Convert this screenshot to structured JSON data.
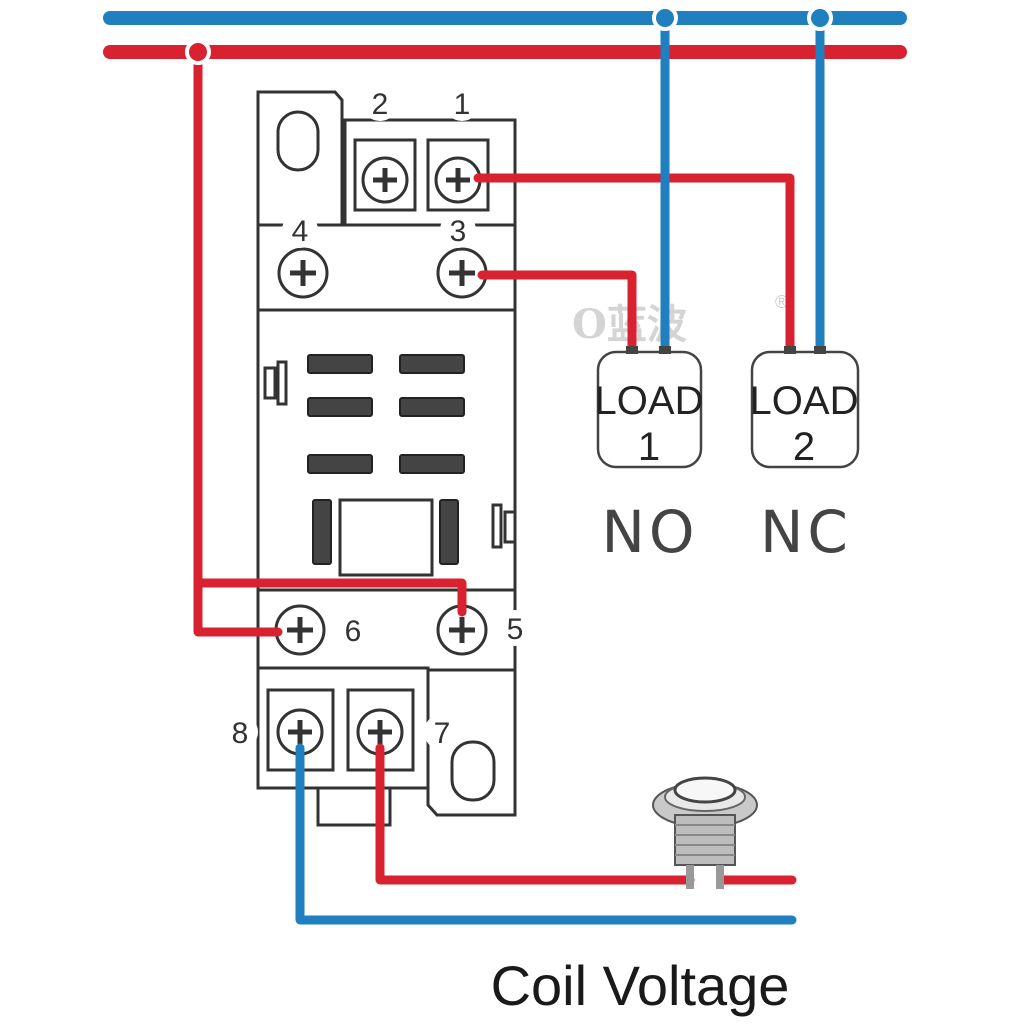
{
  "colors": {
    "red_wire": "#d8222f",
    "blue_wire": "#1f7fbf",
    "outline": "#333333",
    "body_fill": "#ffffff"
  },
  "terminals": {
    "t1": "1",
    "t2": "2",
    "t3": "3",
    "t4": "4",
    "t5": "5",
    "t6": "6",
    "t7": "7",
    "t8": "8"
  },
  "loads": {
    "load1": {
      "line1": "LOAD",
      "line2": "1",
      "contact": "NO"
    },
    "load2": {
      "line1": "LOAD",
      "line2": "2",
      "contact": "NC"
    }
  },
  "watermark": {
    "text": "O蓝波",
    "mark": "®"
  },
  "caption": "Coil Voltage",
  "icons": {
    "relay_socket": "relay-socket-icon",
    "push_button": "push-button-switch-icon",
    "screw": "screw-terminal-icon"
  }
}
